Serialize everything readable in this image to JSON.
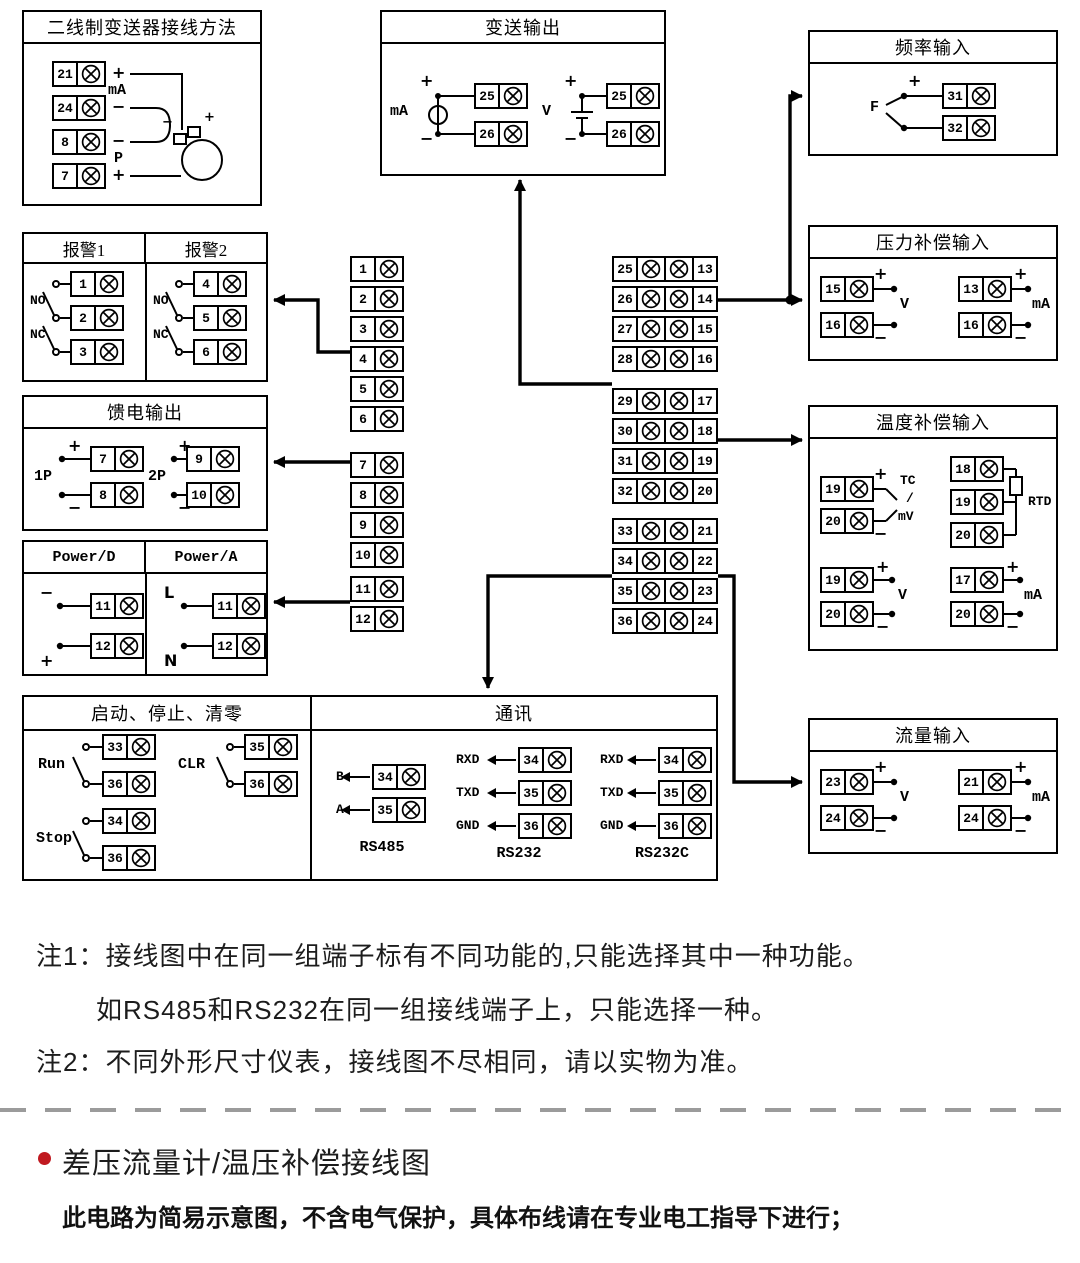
{
  "boxes": {
    "transmitter": {
      "title": "二线制变送器接线方法",
      "rows": [
        {
          "num": "21",
          "sign": "+"
        },
        {
          "num": "24",
          "sign": "−"
        },
        {
          "num": "8",
          "sign": "−"
        },
        {
          "num": "7",
          "sign": "+"
        }
      ],
      "label_ma": "mA",
      "label_p": "P",
      "circle_minus": "−",
      "circle_plus": "+"
    },
    "transmit_output": {
      "title": "变送输出",
      "ma_group": {
        "label": "mA",
        "plus": "+",
        "minus": "−",
        "nums": [
          "25",
          "26"
        ]
      },
      "v_group": {
        "label": "V",
        "plus": "+",
        "minus": "−",
        "nums": [
          "25",
          "26"
        ]
      }
    },
    "frequency": {
      "title": "频率输入",
      "label": "F",
      "plus": "+",
      "nums": [
        "31",
        "32"
      ]
    },
    "alarm": {
      "header1": "报警1",
      "header2": "报警2",
      "col1": {
        "no": "NO",
        "nc": "NC",
        "nums": [
          "1",
          "2",
          "3"
        ]
      },
      "col2": {
        "no": "NO",
        "nc": "NC",
        "nums": [
          "4",
          "5",
          "6"
        ]
      }
    },
    "feed": {
      "title": "馈电输出",
      "g1": {
        "label": "1P",
        "plus": "+",
        "minus": "−",
        "nums": [
          "7",
          "8"
        ]
      },
      "g2": {
        "label": "2P",
        "plus": "+",
        "minus": "−",
        "nums": [
          "9",
          "10"
        ]
      }
    },
    "power": {
      "header1": "Power/D",
      "header2": "Power/A",
      "col1": {
        "top": "−",
        "bottom": "+",
        "nums": [
          "11",
          "12"
        ]
      },
      "col2": {
        "top": "L",
        "bottom": "N",
        "nums": [
          "11",
          "12"
        ]
      }
    },
    "pressure": {
      "title": "压力补偿输入",
      "g1": {
        "nums": [
          "15",
          "16"
        ],
        "plus": "+",
        "minus": "−",
        "label": "V"
      },
      "g2": {
        "nums": [
          "13",
          "16"
        ],
        "plus": "+",
        "minus": "−",
        "label": "mA"
      }
    },
    "temp": {
      "title": "温度补偿输入",
      "tc": {
        "nums": [
          "19",
          "20"
        ],
        "plus": "+",
        "minus": "−",
        "l1": "TC",
        "l2": "/",
        "l3": "mV"
      },
      "rtd": {
        "nums": [
          "18",
          "19",
          "20"
        ],
        "label": "RTD"
      },
      "v": {
        "nums": [
          "19",
          "20"
        ],
        "plus": "+",
        "minus": "−",
        "label": "V"
      },
      "ma": {
        "nums": [
          "17",
          "20"
        ],
        "plus": "+",
        "minus": "−",
        "label": "mA"
      }
    },
    "flow": {
      "title": "流量输入",
      "g1": {
        "nums": [
          "23",
          "24"
        ],
        "plus": "+",
        "minus": "−",
        "label": "V"
      },
      "g2": {
        "nums": [
          "21",
          "24"
        ],
        "plus": "+",
        "minus": "−",
        "label": "mA"
      }
    },
    "runstop": {
      "title": "启动、停止、清零",
      "run": {
        "label": "Run",
        "nums": [
          "33",
          "36"
        ]
      },
      "clr": {
        "label": "CLR",
        "nums": [
          "35",
          "36"
        ]
      },
      "stop": {
        "label": "Stop",
        "nums": [
          "34",
          "36"
        ]
      }
    },
    "comm": {
      "title": "通讯",
      "rs485": {
        "name": "RS485",
        "rows": [
          {
            "signal": "B",
            "num": "34"
          },
          {
            "signal": "A",
            "num": "35"
          }
        ]
      },
      "rs232": {
        "name": "RS232",
        "rows": [
          {
            "signal": "RXD",
            "num": "34"
          },
          {
            "signal": "TXD",
            "num": "35"
          },
          {
            "signal": "GND",
            "num": "36"
          }
        ]
      },
      "rs232c": {
        "name": "RS232C",
        "rows": [
          {
            "signal": "RXD",
            "num": "34"
          },
          {
            "signal": "TXD",
            "num": "35"
          },
          {
            "signal": "GND",
            "num": "36"
          }
        ]
      }
    }
  },
  "center": {
    "left_groups": [
      [
        "1",
        "2",
        "3",
        "4",
        "5",
        "6"
      ],
      [
        "7",
        "8",
        "9",
        "10"
      ],
      [
        "11",
        "12"
      ]
    ],
    "right_groups": [
      [
        {
          "l": "25",
          "r": "13"
        },
        {
          "l": "26",
          "r": "14"
        },
        {
          "l": "27",
          "r": "15"
        },
        {
          "l": "28",
          "r": "16"
        }
      ],
      [
        {
          "l": "29",
          "r": "17"
        },
        {
          "l": "30",
          "r": "18"
        },
        {
          "l": "31",
          "r": "19"
        },
        {
          "l": "32",
          "r": "20"
        }
      ],
      [
        {
          "l": "33",
          "r": "21"
        },
        {
          "l": "34",
          "r": "22"
        },
        {
          "l": "35",
          "r": "23"
        },
        {
          "l": "36",
          "r": "24"
        }
      ]
    ]
  },
  "notes": {
    "n1_label": "注1：",
    "n1_line1": "接线图中在同一组端子标有不同功能的,只能选择其中一种功能。",
    "n1_line2": "如RS485和RS232在同一组接线端子上，只能选择一种。",
    "n2_label": "注2：",
    "n2_line1": "不同外形尺寸仪表，接线图不尽相同，请以实物为准。"
  },
  "footer": {
    "heading": "差压流量计/温压补偿接线图",
    "subtext": "此电路为简易示意图，不含电气保护，具体布线请在专业电工指导下进行；",
    "bullet_color": "#c01920",
    "bullet_style": "background:#c01920"
  }
}
